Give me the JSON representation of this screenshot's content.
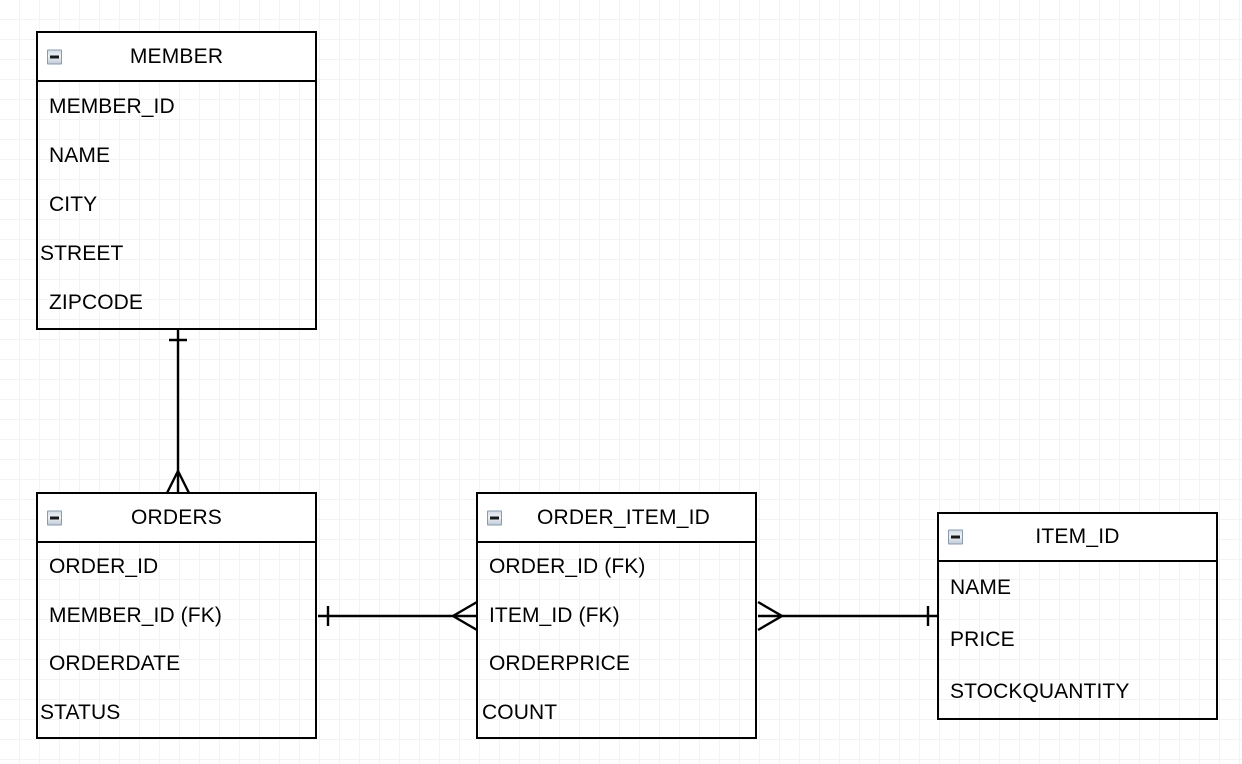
{
  "diagram": {
    "type": "er-diagram",
    "notation": "crows-foot",
    "background": "grid",
    "entities": [
      {
        "id": "member",
        "name": "MEMBER",
        "collapse_icon": "minus-box-icon",
        "attributes": [
          {
            "label": "MEMBER_ID"
          },
          {
            "label": "NAME"
          },
          {
            "label": "CITY"
          },
          {
            "label": "STREET"
          },
          {
            "label": "ZIPCODE"
          }
        ]
      },
      {
        "id": "orders",
        "name": "ORDERS",
        "collapse_icon": "minus-box-icon",
        "attributes": [
          {
            "label": "ORDER_ID"
          },
          {
            "label": "MEMBER_ID (FK)"
          },
          {
            "label": "ORDERDATE"
          },
          {
            "label": "STATUS"
          }
        ]
      },
      {
        "id": "order_item_id",
        "name": "ORDER_ITEM_ID",
        "collapse_icon": "minus-box-icon",
        "attributes": [
          {
            "label": "ORDER_ID (FK)"
          },
          {
            "label": "ITEM_ID (FK)"
          },
          {
            "label": "ORDERPRICE"
          },
          {
            "label": "COUNT"
          }
        ]
      },
      {
        "id": "item_id",
        "name": "ITEM_ID",
        "collapse_icon": "minus-box-icon",
        "attributes": [
          {
            "label": "NAME"
          },
          {
            "label": "PRICE"
          },
          {
            "label": "STOCKQUANTITY"
          }
        ]
      }
    ],
    "relationships": [
      {
        "id": "member-orders",
        "from": "MEMBER",
        "to": "ORDERS",
        "from_cardinality": "one",
        "to_cardinality": "many",
        "orientation": "vertical"
      },
      {
        "id": "orders-order_item_id",
        "from": "ORDERS",
        "to": "ORDER_ITEM_ID",
        "from_cardinality": "one",
        "to_cardinality": "many",
        "orientation": "horizontal"
      },
      {
        "id": "order_item_id-item_id",
        "from": "ORDER_ITEM_ID",
        "to": "ITEM_ID",
        "from_cardinality": "many",
        "to_cardinality": "one",
        "orientation": "horizontal"
      }
    ],
    "colors": {
      "entity_border": "#000000",
      "entity_fill": "#ffffff",
      "connector": "#000000",
      "grid_minor": "#f3f3f3",
      "grid_major": "#c6c6c6",
      "text": "#000000"
    }
  }
}
